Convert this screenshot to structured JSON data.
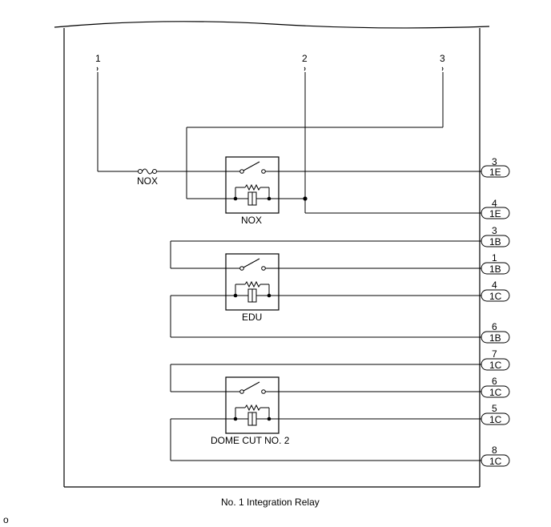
{
  "terminals_top": [
    "1",
    "2",
    "3"
  ],
  "fuse_label": "NOX",
  "relays": [
    {
      "label": "NOX"
    },
    {
      "label": "EDU"
    },
    {
      "label": "DOME CUT NO. 2"
    }
  ],
  "connectors": [
    {
      "pin": "3",
      "name": "1E"
    },
    {
      "pin": "4",
      "name": "1E"
    },
    {
      "pin": "3",
      "name": "1B"
    },
    {
      "pin": "1",
      "name": "1B"
    },
    {
      "pin": "4",
      "name": "1C"
    },
    {
      "pin": "6",
      "name": "1B"
    },
    {
      "pin": "7",
      "name": "1C"
    },
    {
      "pin": "6",
      "name": "1C"
    },
    {
      "pin": "5",
      "name": "1C"
    },
    {
      "pin": "8",
      "name": "1C"
    }
  ],
  "caption": "No. 1 Integration Relay",
  "corner_mark": "o"
}
